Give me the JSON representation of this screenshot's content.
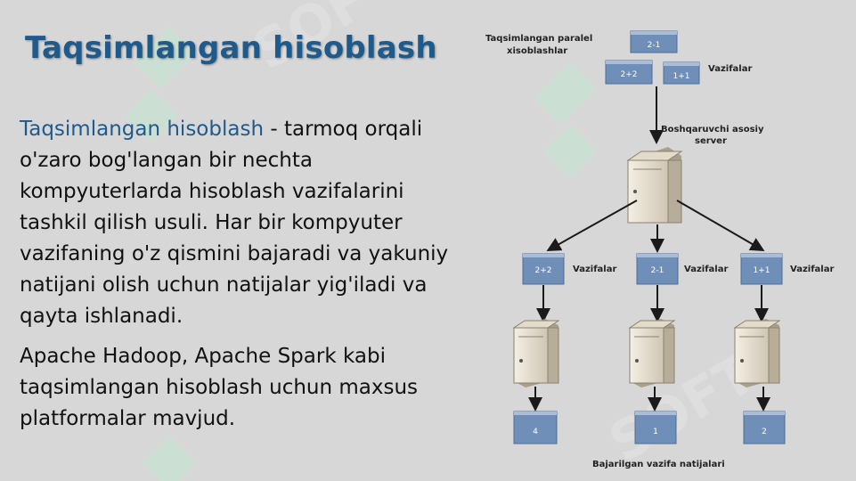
{
  "slide": {
    "title": "Taqsimlangan hisoblash",
    "paragraphs": [
      {
        "term": "Taqsimlangan hisoblash",
        "text": " - tarmoq orqali o'zaro bog'langan bir nechta kompyuterlarda hisoblash vazifalarini tashkil qilish usuli. Har bir kompyuter vazifaning o'z qismini bajaradi va yakuniy natijani olish uchun natijalar yig'iladi va qayta ishlanadi."
      },
      {
        "text": "Apache Hadoop, Apache Spark kabi taqsimlangan hisoblash uchun maxsus platformalar mavjud."
      }
    ]
  },
  "diagram": {
    "top_label_line1": "Taqsimlangan paralel",
    "top_label_line2": "xisoblashlar",
    "input_tasks": [
      "2-1",
      "2+2",
      "1+1"
    ],
    "input_tasks_label": "Vazifalar",
    "server_label_line1": "Boshqaruvchi asosiy",
    "server_label_line2": "server",
    "branches": [
      {
        "task": "2+2",
        "task_label": "Vazifalar",
        "result": "4"
      },
      {
        "task": "2-1",
        "task_label": "Vazifalar",
        "result": "1"
      },
      {
        "task": "1+1",
        "task_label": "Vazifalar",
        "result": "2"
      }
    ],
    "results_label": "Bajarilgan vazifa natijalari",
    "colors": {
      "task_box": "#6f8fb8",
      "task_box_top": "#a9bdd6",
      "server_light": "#efe9dc",
      "server_dark": "#a89f8d",
      "arrow": "#1a1a1a"
    }
  },
  "watermark": {
    "color": "#c6e8d2"
  }
}
